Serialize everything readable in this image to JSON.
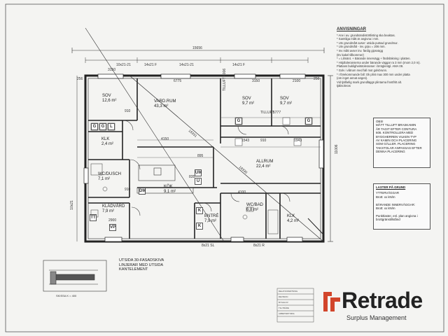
{
  "dimensions": {
    "overall_width": "15656",
    "overall_height": "11006",
    "diagonal_1": "18331",
    "diagonal_2": "18330",
    "top_segments": [
      "3150",
      "6775",
      "3150",
      "2100"
    ],
    "top_openings": [
      "10x21-21",
      "14x21 F",
      "14x21-21",
      "14x21 F"
    ],
    "side_label": "11006",
    "left_mid": "10x21",
    "inner": [
      "910",
      "4150",
      "895",
      "1543",
      "910",
      "1943",
      "835",
      "910",
      "5777",
      "4100",
      "2900"
    ],
    "bottom_openings": [
      "8x21 SL",
      "8x21 R"
    ],
    "right_small": [
      "256",
      "256"
    ]
  },
  "rooms": [
    {
      "key": "sov1",
      "name": "SOV\n12,6 m²"
    },
    {
      "key": "vardagsrum",
      "name": "VARD.RUM\n43,3 m²"
    },
    {
      "key": "sov2",
      "name": "SOV\n9,7 m²"
    },
    {
      "key": "sov3",
      "name": "SOV\n9,7 m²"
    },
    {
      "key": "klk1",
      "name": "KLK\n2,4 m²"
    },
    {
      "key": "wcdusch",
      "name": "WC/DUSCH\n7,1 m²"
    },
    {
      "key": "allrum",
      "name": "ALLRUM\n22,4 m²"
    },
    {
      "key": "kok",
      "name": "KÖK\n9,1 m²"
    },
    {
      "key": "klvard",
      "name": "KLÄDVÅRD\n7,9 m²"
    },
    {
      "key": "entre",
      "name": "ENTRÉ\n7,9 m²"
    },
    {
      "key": "wcbad",
      "name": "WC/BAD\n6,8 m²"
    },
    {
      "key": "klk2",
      "name": "KLK\n4,2 m²"
    }
  ],
  "fixtures": {
    "g": "G",
    "k": "K",
    "um": "UM",
    "u": "U",
    "dm": "DM",
    "tt": "TT",
    "vp": "VP",
    "l": "L",
    "tillufl": "TILLUFT 4006",
    "tillufl2": "TILLUFT"
  },
  "notes": {
    "heading": "ANVISNINGAR",
    "lines": [
      "* Arw i av. grundsändistörtlisting ska beaktas.",
      "* Samtliga mått är angivna i mm.",
      "* Utv grundmått avser: utsida putsad grundmur.",
      "* Utv grundmått - inv. grpu = 206 mm.",
      "* Inv mått avser inv. färdig gipsvägg",
      "  (Ev kakel tillkommer)",
      "* = Lilmänt. + Bärande innervägg + färdsläkning i platten.",
      "* Höjdtoleranserna under bärande väggar ra 3 mm (mom 2,0 m).",
      "  Plattans bukligheitstoleranser i bmtglentgl. AMA 08.",
      "* Golv i våtrum med fall mot golvbrunn.",
      "* I förekommande fall: Ok plint max 300 mm under platta",
      "  (om inget annat anges).",
      "  Vid tjälfarlig mark grundläggs plintarna frostfritt alt.",
      "  tjälisoleras"
    ]
  },
  "obs_box": {
    "lines": [
      "OBS!",
      "MÄTT TILLUFT BRASKAMIN",
      "ÄR TAGIT EFTER CONTURA",
      "606. KONTROLLERA MED",
      "BYGGHERREN VILKEN TYP",
      "AV KAMIN OCH PLACERING",
      "SOM GÄLLER. PLACERING",
      "TAKSTOLAR ANPASSAS EFTER",
      "DENNA PLACERING"
    ]
  },
  "laster": {
    "heading": "LASTER PÅ GRUND",
    "lines": [
      "YTTERVÄGGAR",
      "Brott: xx kN/m",
      "",
      "BÄRANDE INNERVÄGGAR:",
      "Brott: xx kN/m",
      "",
      "Punktlaster, enl. plan angivna i",
      "brottgränstillstånd"
    ]
  },
  "outside_note": {
    "lines": [
      "UTSIDA 30-FASADSKIVA",
      "LINJERAR MED UTSIDA",
      "KANTELEMENT"
    ]
  },
  "detail_label": "SKISSA K = 400",
  "title_block": {
    "rows": [
      "RELATIONSRITNING",
      "REVISION",
      "BYGGLOV",
      "TILLTRÄDE",
      "ARBETSRITNING"
    ]
  },
  "logo": {
    "brand": "Retrade",
    "subtitle": "Surplus Management",
    "accent": "#d2452b"
  },
  "colors": {
    "line": "#2a2a2a",
    "grey": "#7a7a7a",
    "paper": "#f4f4f2"
  }
}
